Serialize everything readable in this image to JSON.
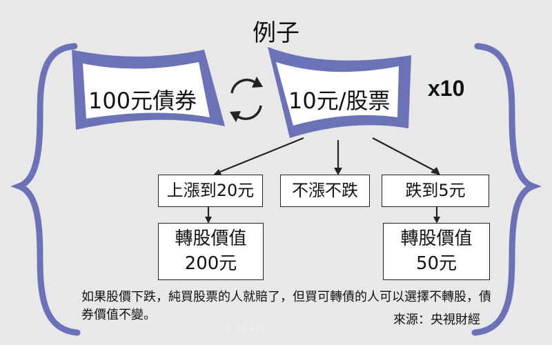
{
  "title": "例子",
  "bond": {
    "label": "100元債券"
  },
  "stock": {
    "label": "10元/股票"
  },
  "multiplier": "x10",
  "scenarios": {
    "up": "上漲到20元",
    "flat": "不漲不跌",
    "down": "跌到5元"
  },
  "outcomes": {
    "up": {
      "line1": "轉股價值",
      "line2": "200元"
    },
    "down": {
      "line1": "轉股價值",
      "line2": "50元"
    }
  },
  "note": "如果股價下跌，純買股票的人就賠了，但買可轉債的人可以選擇不轉股，債券價值不變。",
  "source": "來源：央視財經",
  "watermark": "č Žç źçś˙",
  "colors": {
    "frame": "#6b72b8",
    "arrow": "#222222",
    "box_border": "#222222"
  }
}
